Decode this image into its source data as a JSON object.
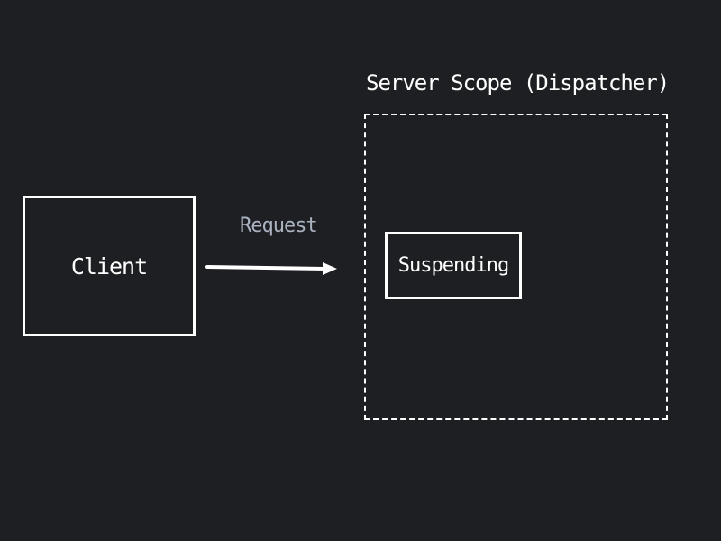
{
  "diagram": {
    "nodes": {
      "client": {
        "label": "Client"
      },
      "server_scope": {
        "title": "Server Scope (Dispatcher)"
      },
      "suspending": {
        "label": "Suspending"
      }
    },
    "edges": [
      {
        "from": "client",
        "to": "suspending",
        "label": "Request"
      }
    ]
  },
  "colors": {
    "background": "#1e1f22",
    "stroke": "#ffffff",
    "edge_label": "#aab2c0"
  }
}
